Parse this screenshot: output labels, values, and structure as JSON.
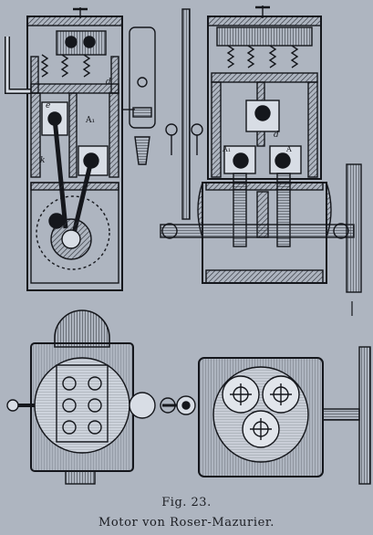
{
  "figure": {
    "number": "Fig. 23.",
    "title": "Motor von Roser-Mazurier."
  },
  "labels": {
    "left_d": "d",
    "left_e": "e",
    "left_a1": "A₁",
    "left_k": "k",
    "right_d": "d",
    "right_a1": "A₁",
    "right_a": "A"
  },
  "colors": {
    "background": "#aeb5c0",
    "ink": "#15171c",
    "hatch": "#3a3e46"
  }
}
